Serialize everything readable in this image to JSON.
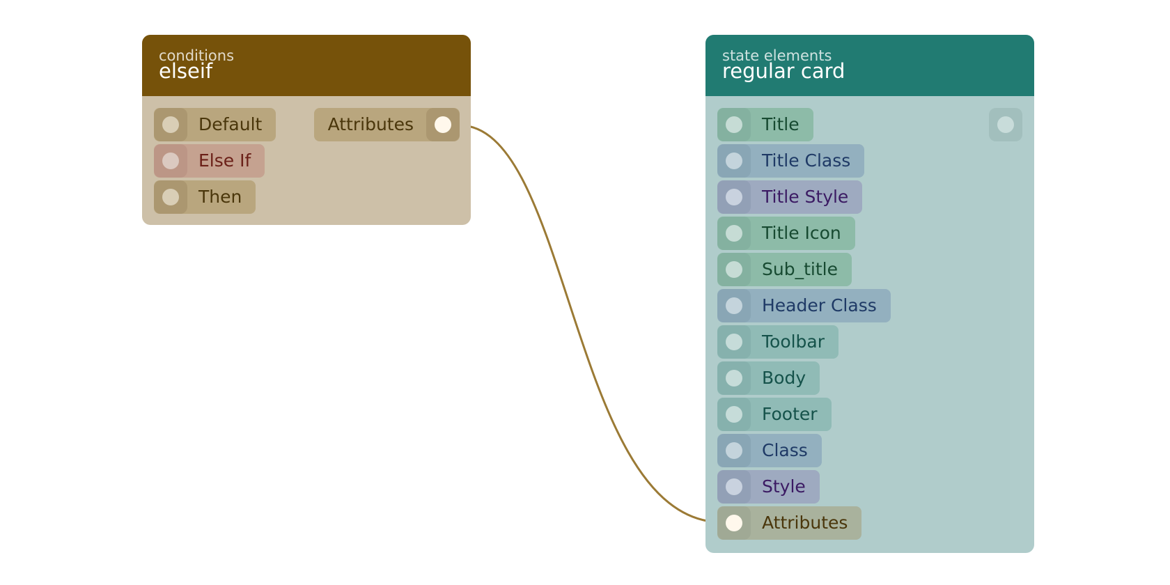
{
  "nodes": {
    "elseif": {
      "category": "conditions",
      "title": "elseif",
      "inputs": {
        "default": "Default",
        "else_if": "Else If",
        "then": "Then"
      },
      "output": "Attributes"
    },
    "regular_card": {
      "category": "state elements",
      "title": "regular card",
      "inputs": {
        "title": "Title",
        "title_class": "Title Class",
        "title_style": "Title Style",
        "title_icon": "Title Icon",
        "sub_title": "Sub_title",
        "header_class": "Header Class",
        "toolbar": "Toolbar",
        "body": "Body",
        "footer": "Footer",
        "class": "Class",
        "style": "Style",
        "attributes": "Attributes"
      }
    }
  },
  "connections": [
    {
      "from": "elseif.Attributes",
      "to": "regular card.Attributes",
      "color": "#9b7a35"
    }
  ],
  "colors": {
    "conditions_header": "#76520a",
    "conditions_body": "#cdc0a8",
    "state_header": "#217b72",
    "state_body": "#b0cccb",
    "wire": "#9b7a35"
  }
}
